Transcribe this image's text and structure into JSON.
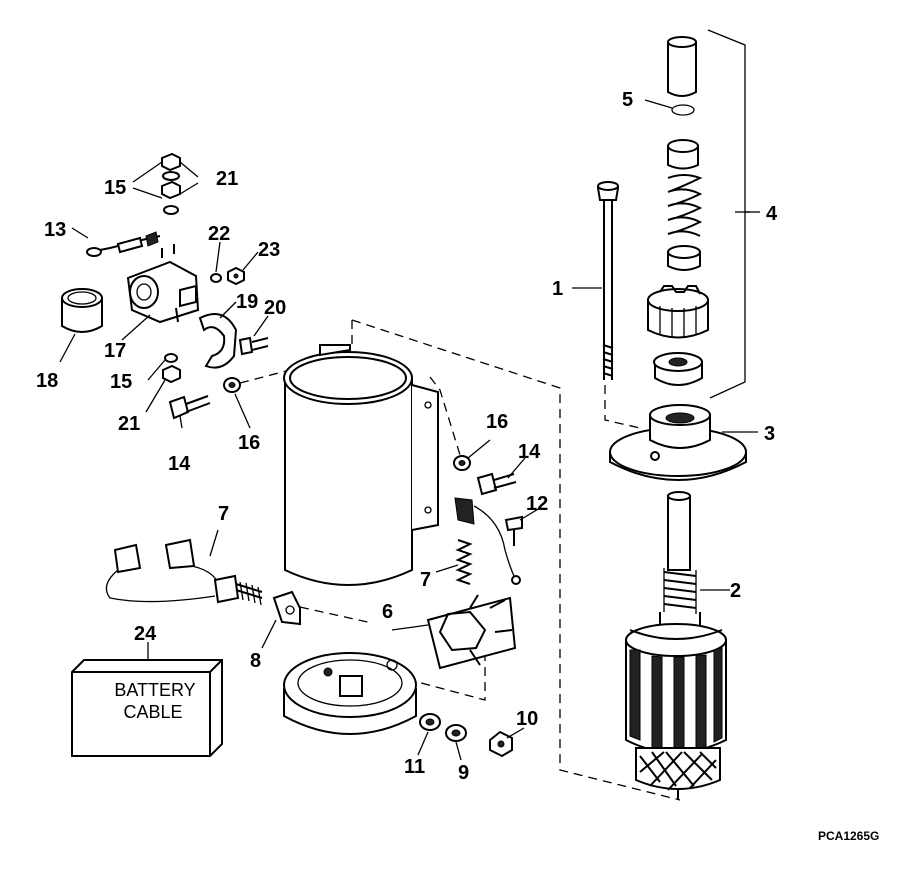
{
  "figure_code": "PCA1265G",
  "battery_cable_label": [
    "BATTERY",
    "CABLE"
  ],
  "callouts": {
    "c1": "1",
    "c2": "2",
    "c3": "3",
    "c4": "4",
    "c5": "5",
    "c6": "6",
    "c7a": "7",
    "c7b": "7",
    "c8": "8",
    "c9": "9",
    "c10": "10",
    "c11": "11",
    "c12": "12",
    "c13": "13",
    "c14a": "14",
    "c14b": "14",
    "c15a": "15",
    "c15b": "15",
    "c16a": "16",
    "c16b": "16",
    "c17": "17",
    "c18": "18",
    "c19": "19",
    "c20": "20",
    "c21a": "21",
    "c21b": "21",
    "c22": "22",
    "c23": "23",
    "c24": "24"
  }
}
